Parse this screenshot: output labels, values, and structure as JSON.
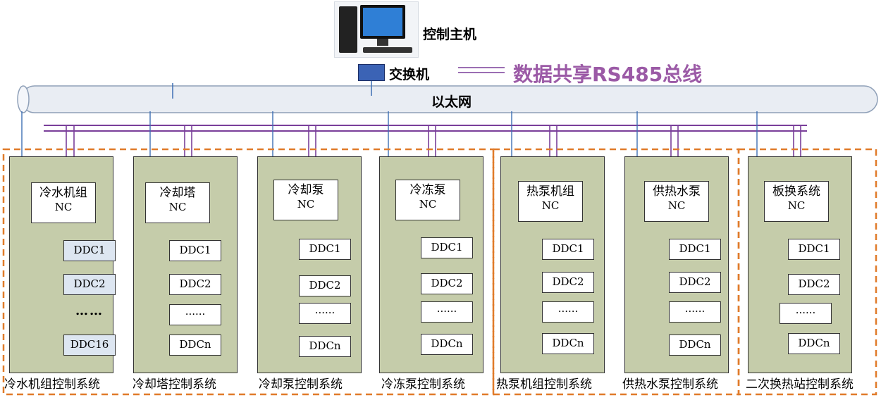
{
  "host": {
    "label": "控制主机"
  },
  "switch": {
    "label": "交换机"
  },
  "bus": {
    "label": "数据共享RS485总线"
  },
  "ethernet": {
    "label": "以太网"
  },
  "colors": {
    "panel": "#c5ccaa",
    "bus": "#7a3f9a",
    "dashed": "#e07b2a",
    "pipe": "#e9edf3",
    "link": "#3d6fb4"
  },
  "subsystems": [
    {
      "nc_name": "冷水机组",
      "nc_code": "NC",
      "ddc": [
        "DDC1",
        "DDC2",
        "……",
        "DDC16"
      ],
      "system": "冷水机组控制系统"
    },
    {
      "nc_name": "冷却塔",
      "nc_code": "NC",
      "ddc": [
        "DDC1",
        "DDC2",
        "······",
        "DDCn"
      ],
      "system": "冷却塔控制系统"
    },
    {
      "nc_name": "冷却泵",
      "nc_code": "NC",
      "ddc": [
        "DDC1",
        "DDC2",
        "······",
        "DDCn"
      ],
      "system": "冷却泵控制系统"
    },
    {
      "nc_name": "冷冻泵",
      "nc_code": "NC",
      "ddc": [
        "DDC1",
        "DDC2",
        "······",
        "DDCn"
      ],
      "system": "冷冻泵控制系统"
    },
    {
      "nc_name": "热泵机组",
      "nc_code": "NC",
      "ddc": [
        "DDC1",
        "DDC2",
        "······",
        "DDCn"
      ],
      "system": "热泵机组控制系统"
    },
    {
      "nc_name": "供热水泵",
      "nc_code": "NC",
      "ddc": [
        "DDC1",
        "DDC2",
        "······",
        "DDCn"
      ],
      "system": "供热水泵控制系统"
    },
    {
      "nc_name": "板换系统",
      "nc_code": "NC",
      "ddc": [
        "DDC1",
        "DDC2",
        "······",
        "DDCn"
      ],
      "system": "二次换热站控制系统"
    }
  ]
}
